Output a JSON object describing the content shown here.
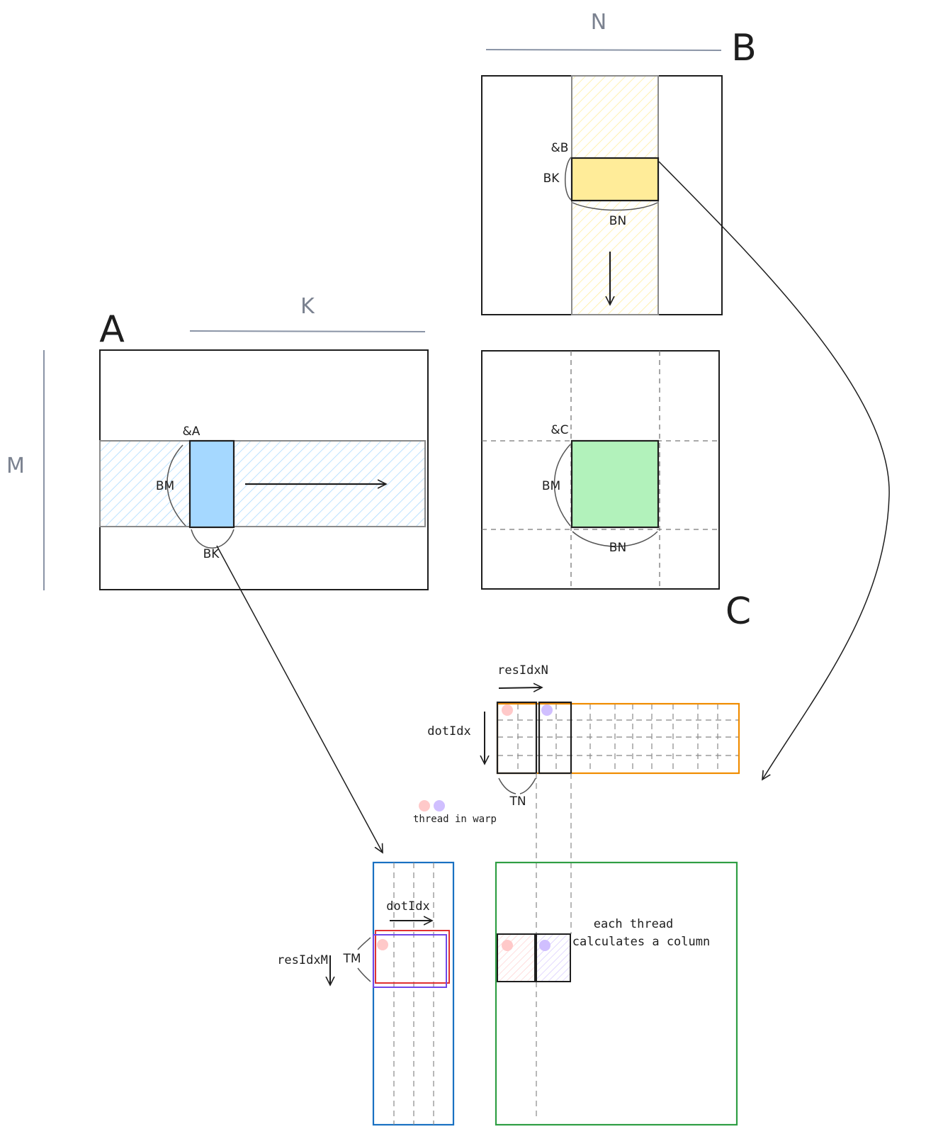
{
  "matrices": {
    "a": {
      "label": "A",
      "dim_k": "K",
      "dim_m": "M",
      "ptr": "&A",
      "bm": "BM",
      "bk": "BK"
    },
    "b": {
      "label": "B",
      "dim_n": "N",
      "ptr": "&B",
      "bk": "BK",
      "bn": "BN"
    },
    "c": {
      "label": "C",
      "ptr": "&C",
      "bm": "BM",
      "bn": "BN"
    }
  },
  "detail": {
    "res_idx_n": "resIdxN",
    "dot_idx_b": "dotIdx",
    "tn": "TN",
    "dot_idx_a": "dotIdx",
    "res_idx_m": "resIdxM",
    "tm": "TM",
    "legend_text": "thread in warp",
    "note_line1": "each thread",
    "note_line2": "calculates a column"
  },
  "colors": {
    "a_tile": "#a5d8ff",
    "a_hatch": "#a5d8ff",
    "b_tile": "#ffec99",
    "b_hatch": "#ffec99",
    "c_tile": "#b2f2bb",
    "orange": "#f08c00",
    "blue": "#1971c2",
    "green": "#2f9e44",
    "red": "#e03131",
    "purple": "#7048e8",
    "thread1": "#ffc9c9",
    "thread2": "#d0bfff"
  }
}
